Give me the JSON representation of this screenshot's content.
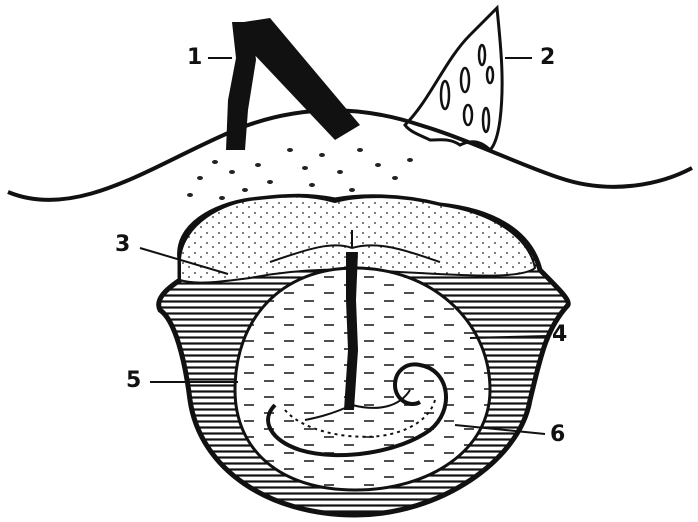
{
  "labels": [
    {
      "id": "1",
      "text": "1"
    },
    {
      "id": "2",
      "text": "2"
    },
    {
      "id": "3",
      "text": "3"
    },
    {
      "id": "4",
      "text": "4"
    },
    {
      "id": "5",
      "text": "5"
    },
    {
      "id": "6",
      "text": "6"
    }
  ],
  "colors": {
    "ink": "#111111",
    "paper": "#ffffff"
  }
}
